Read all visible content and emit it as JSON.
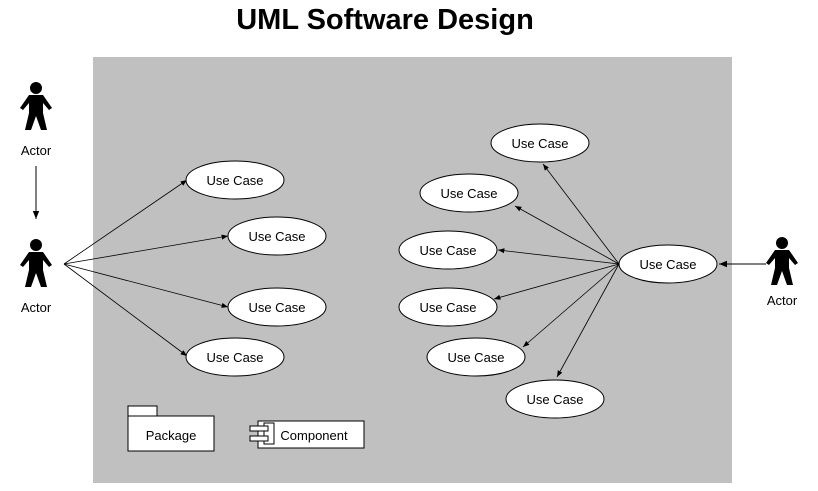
{
  "title": "UML Software Design",
  "colors": {
    "boundary_fill": "#c0c0c0",
    "line": "#000000",
    "shape_fill": "#ffffff"
  },
  "actors": [
    {
      "id": "actor-top-left",
      "label": "Actor"
    },
    {
      "id": "actor-left",
      "label": "Actor"
    },
    {
      "id": "actor-right",
      "label": "Actor"
    }
  ],
  "left_use_cases": [
    "Use Case",
    "Use Case",
    "Use Case",
    "Use Case"
  ],
  "hub_use_case": "Use Case",
  "right_use_cases": [
    "Use Case",
    "Use Case",
    "Use Case",
    "Use Case",
    "Use Case",
    "Use Case"
  ],
  "package_label": "Package",
  "component_label": "Component"
}
